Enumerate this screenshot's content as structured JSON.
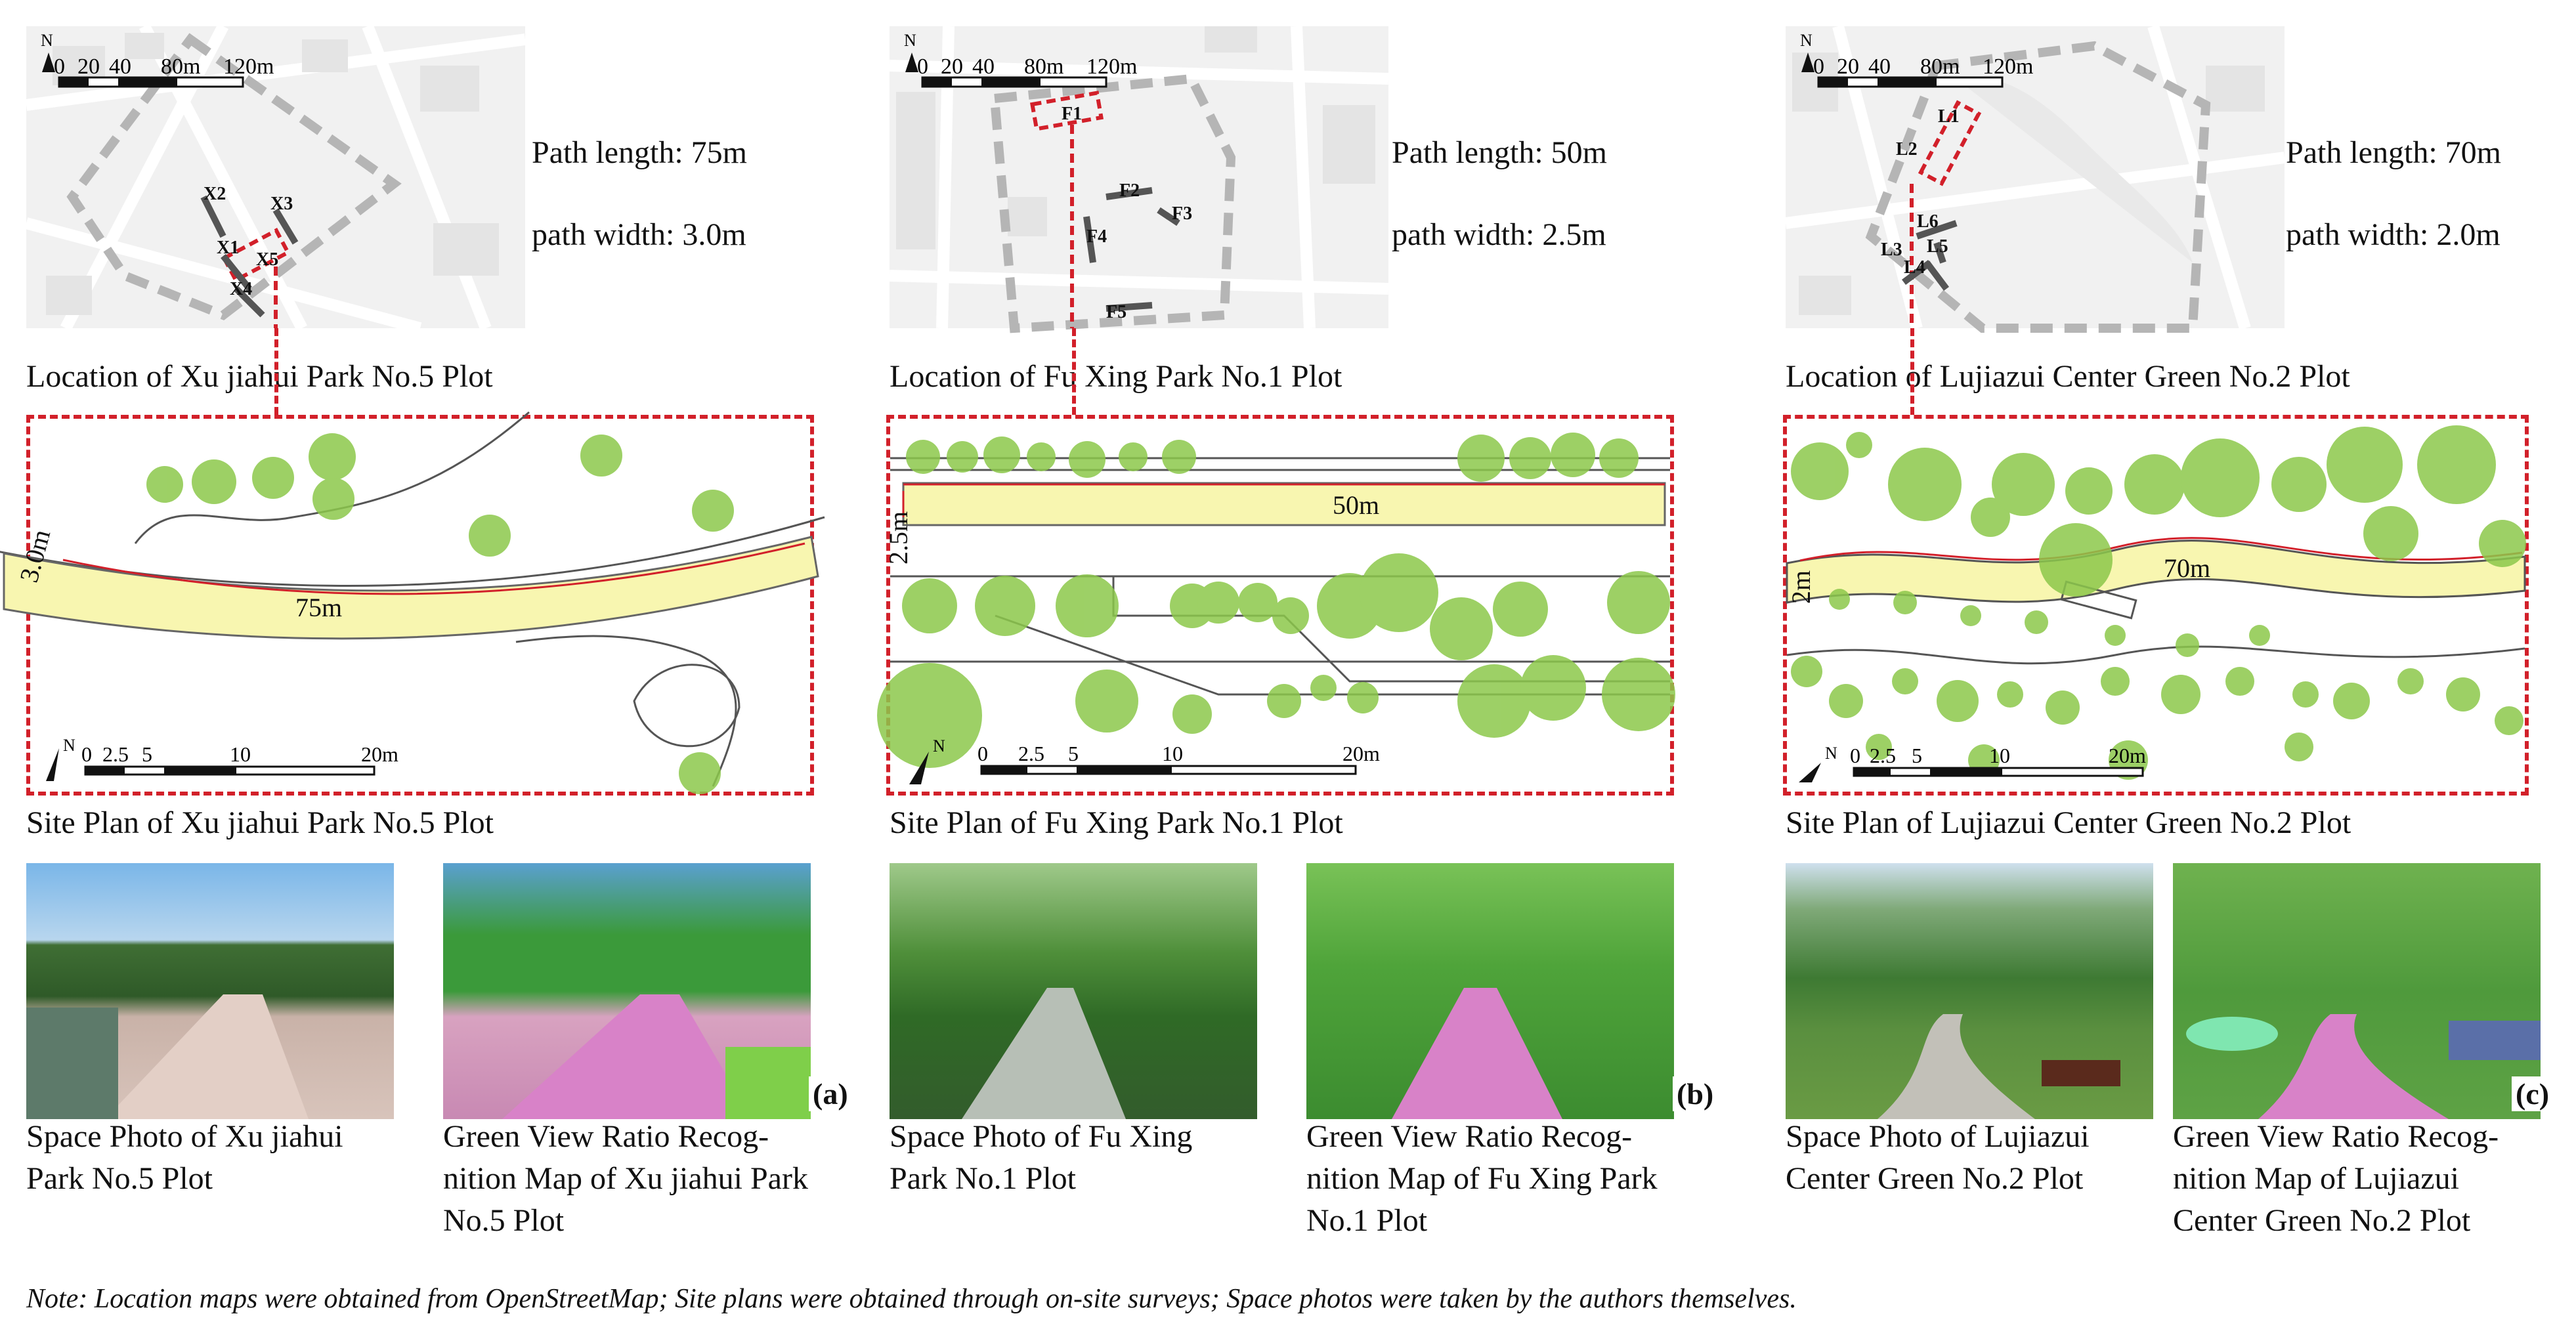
{
  "colors": {
    "tree": "#8cc84b",
    "path": "#f8f6b0",
    "dash": "#d2202a",
    "pink": "#d882c8",
    "green_overlay": "#7fcf4a"
  },
  "icons": [
    "north-arrow-icon"
  ],
  "panels": [
    {
      "id": "a",
      "mark": "(a)",
      "map_scale": [
        "0",
        "20",
        "40",
        "80m",
        "120m"
      ],
      "north": "N",
      "plot_labels": [
        "X1",
        "X2",
        "X3",
        "X4",
        "X5"
      ],
      "path_length": "Path length: 75m",
      "path_width": "path width: 3.0m",
      "location_caption": "Location of Xu jiahui Park No.5 Plot",
      "plan_length_label": "75m",
      "plan_width_label": "3.0m",
      "plan_scale": [
        "0",
        "2.5",
        "5",
        "10",
        "20m"
      ],
      "plan_north": "N",
      "plan_caption": "Site Plan of Xu jiahui Park No.5 Plot",
      "photo_caption": "Space Photo of Xu jiahui\nPark No.5 Plot",
      "gvr_caption": "Green View Ratio Recog-\nnition Map of Xu jiahui Park\nNo.5 Plot"
    },
    {
      "id": "b",
      "mark": "(b)",
      "map_scale": [
        "0",
        "20",
        "40",
        "80m",
        "120m"
      ],
      "north": "N",
      "plot_labels": [
        "F1",
        "F2",
        "F3",
        "F4",
        "F5"
      ],
      "path_length": "Path length: 50m",
      "path_width": "path width: 2.5m",
      "location_caption": "Location of Fu Xing Park No.1 Plot",
      "plan_length_label": "50m",
      "plan_width_label": "2.5m",
      "plan_scale": [
        "0",
        "2.5",
        "5",
        "10",
        "20m"
      ],
      "plan_north": "N",
      "plan_caption": "Site Plan of Fu Xing Park No.1 Plot",
      "photo_caption": "Space Photo of Fu Xing\nPark No.1 Plot",
      "gvr_caption": "Green View Ratio Recog-\nnition Map of Fu Xing Park\nNo.1 Plot"
    },
    {
      "id": "c",
      "mark": "(c)",
      "map_scale": [
        "0",
        "20",
        "40",
        "80m",
        "120m"
      ],
      "north": "N",
      "plot_labels": [
        "L1",
        "L2",
        "L3",
        "L4",
        "L5",
        "L6"
      ],
      "path_length": "Path length: 70m",
      "path_width": "path width: 2.0m",
      "location_caption": "Location of Lujiazui Center Green No.2 Plot",
      "plan_length_label": "70m",
      "plan_width_label": "2m",
      "plan_scale": [
        "0",
        "2.5",
        "5",
        "10",
        "20m"
      ],
      "plan_north": "N",
      "plan_caption": "Site Plan of Lujiazui Center Green No.2 Plot",
      "photo_caption": "Space Photo of Lujiazui\nCenter Green No.2 Plot",
      "gvr_caption": "Green View Ratio Recog-\nnition Map of Lujiazui\nCenter Green No.2 Plot"
    }
  ],
  "note": "Note: Location maps were obtained from OpenStreetMap; Site plans were obtained through on-site surveys; Space photos were taken by the authors themselves."
}
